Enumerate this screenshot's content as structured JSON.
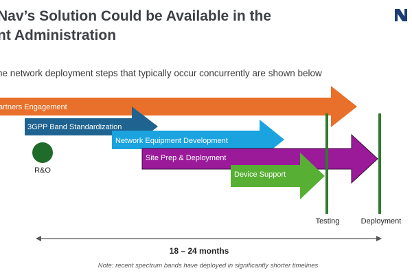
{
  "slide": {
    "title_line1": "Nav’s Solution Could be Available in the",
    "title_line2": "nt Administration",
    "subtitle": "he network deployment steps that typically occur concurrently are shown below",
    "logo_icon": "n-logo-icon",
    "colors": {
      "partners": "#e8702a",
      "band": "#1f6391",
      "equipment": "#1aa3de",
      "site": "#9a1a9a",
      "device": "#57b034",
      "milestone": "#2e7a2e",
      "logo": "#1b3e73"
    }
  },
  "timeline": {
    "steps": [
      {
        "label": "artners Engagement"
      },
      {
        "label": "3GPP Band Standardization"
      },
      {
        "label": "Network Equipment Development"
      },
      {
        "label": "Site Prep & Deployment"
      },
      {
        "label": "Device Support"
      }
    ],
    "ro_label": "R&O",
    "milestones": [
      {
        "label": "Testing"
      },
      {
        "label": "Deployment"
      }
    ],
    "duration_label": "18 – 24 months",
    "note": "Note: recent spectrum bands have deployed in significantly shorter timelines"
  }
}
